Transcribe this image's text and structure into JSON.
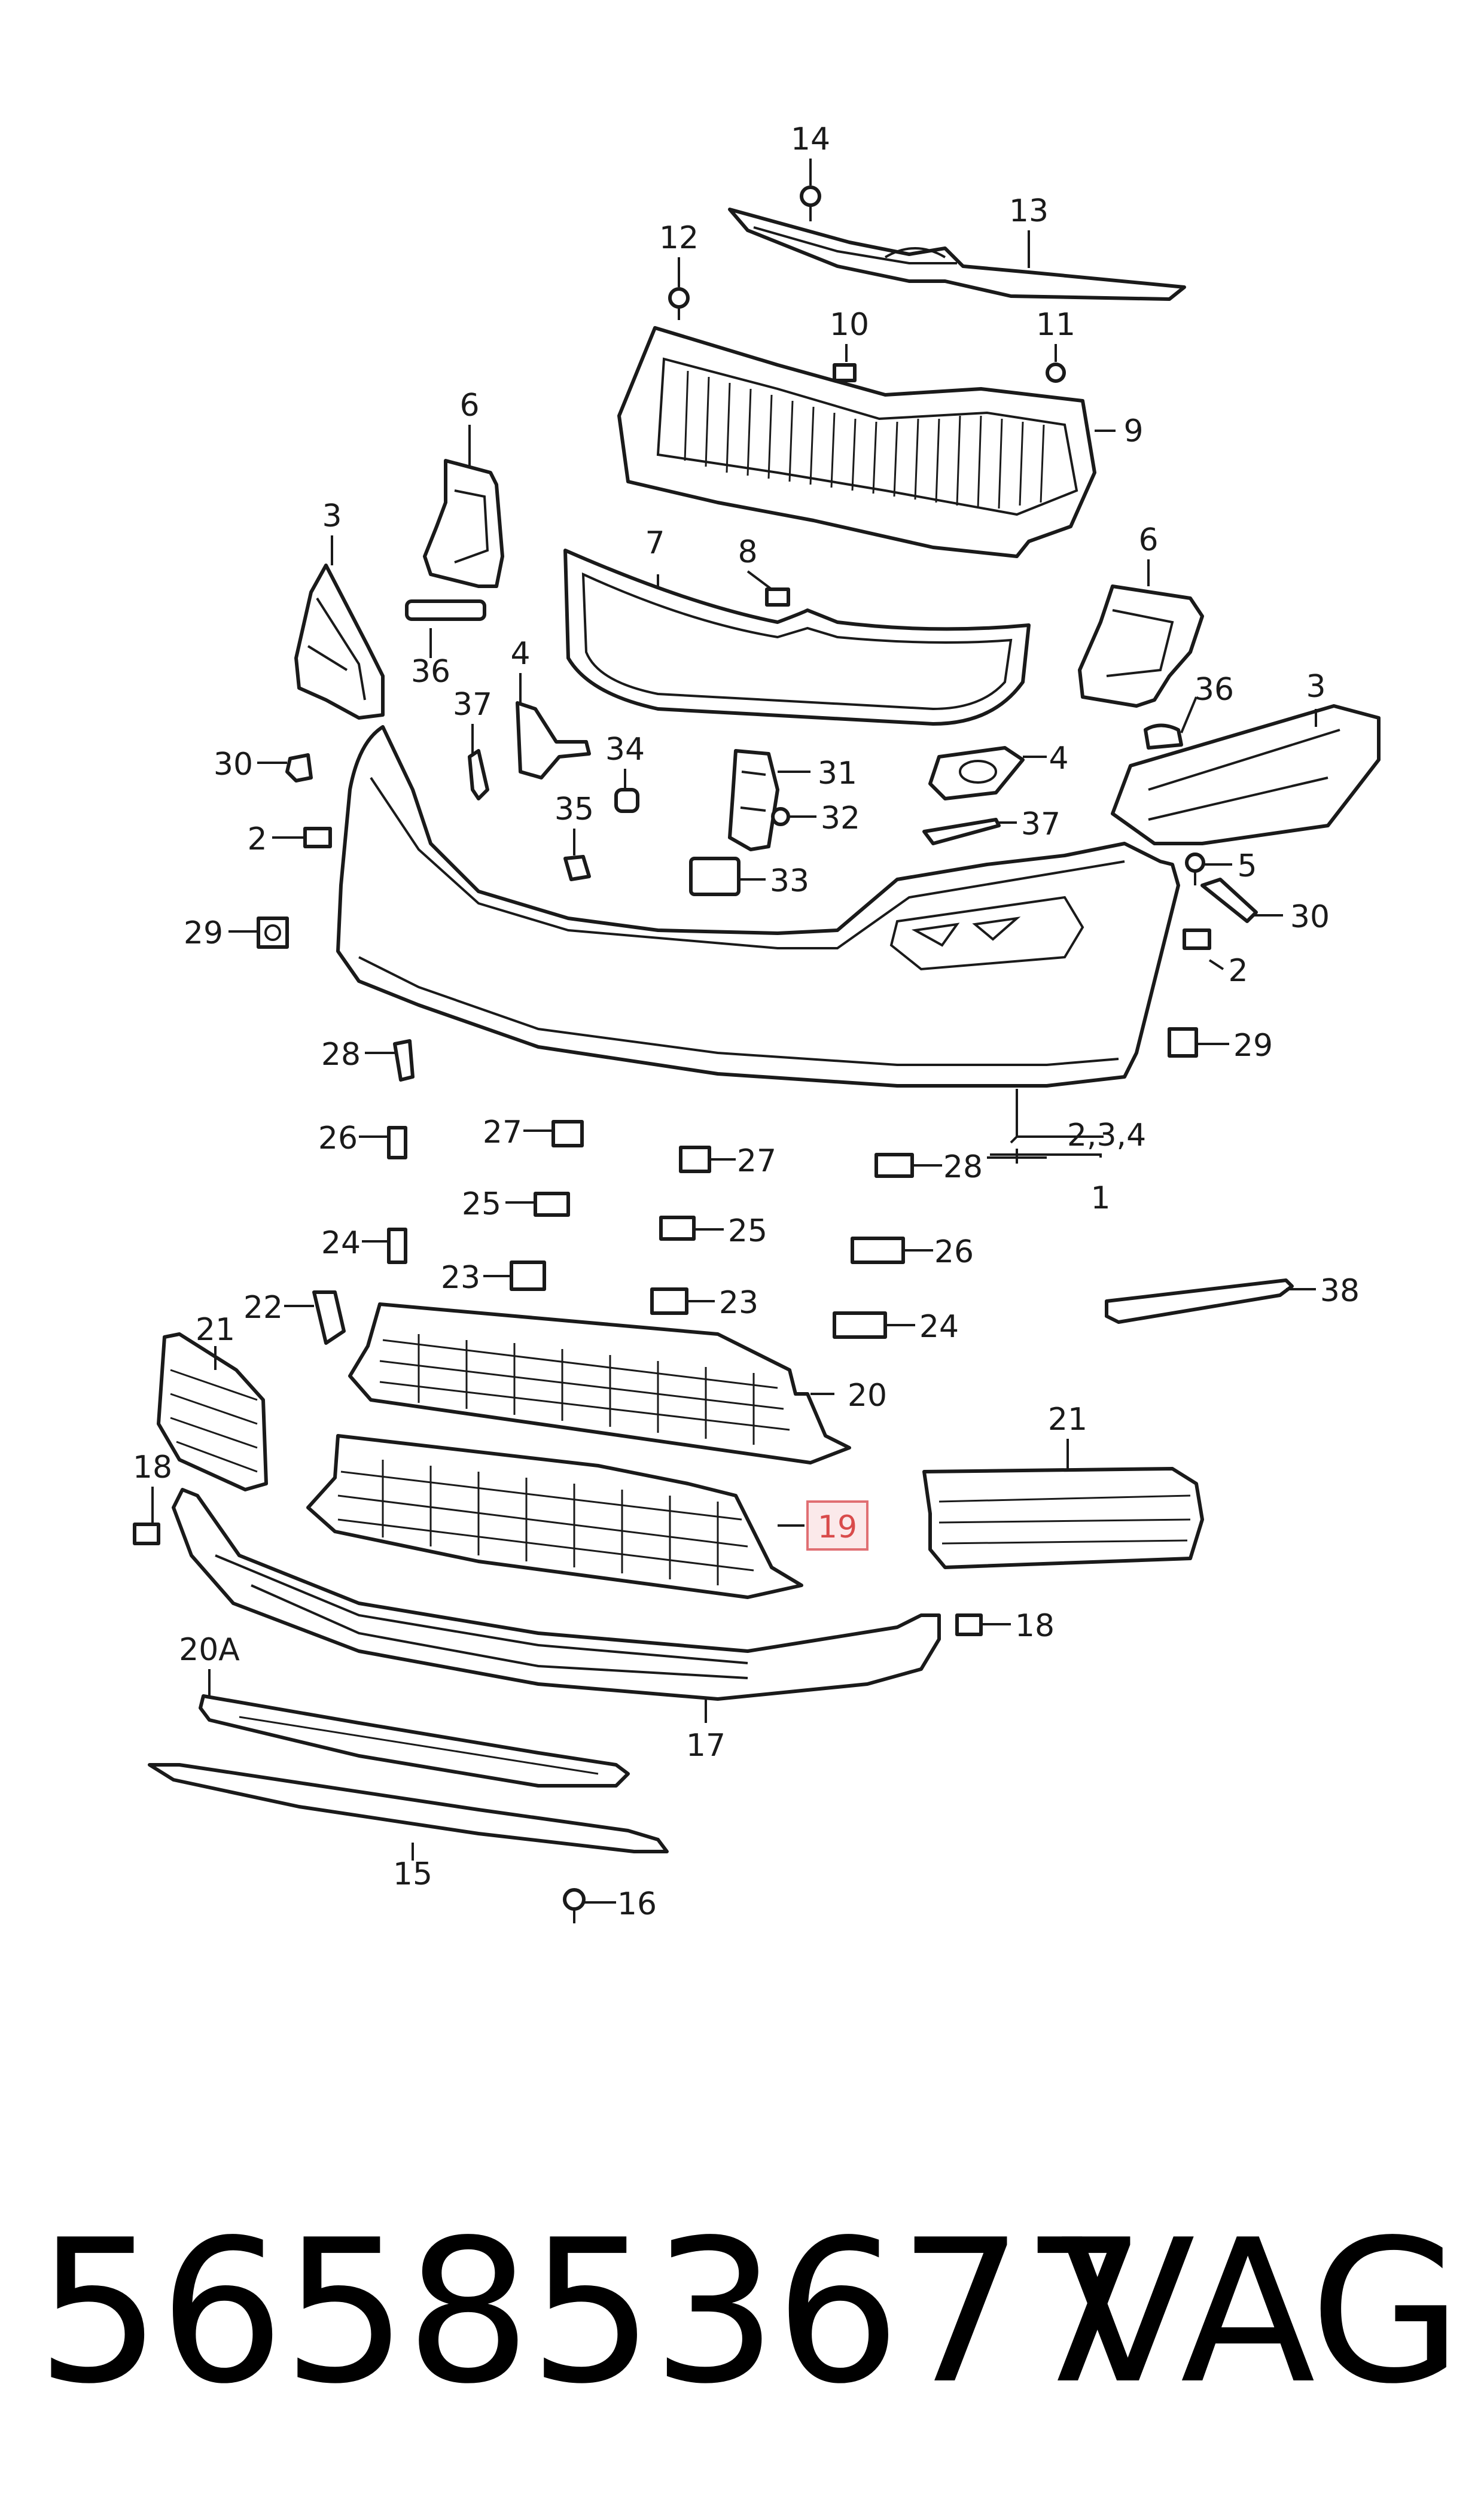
{
  "diagram": {
    "highlighted_callout": "19",
    "highlight_color": "#e06f73",
    "callouts": [
      "14",
      "13",
      "12",
      "10",
      "11",
      "9",
      "6",
      "7",
      "8",
      "3",
      "36",
      "6",
      "4",
      "36",
      "37",
      "34",
      "31",
      "30",
      "4",
      "32",
      "3",
      "2",
      "35",
      "37",
      "33",
      "5",
      "29",
      "30",
      "2",
      "28",
      "29",
      "2,3,4",
      "1",
      "26",
      "27",
      "27",
      "28",
      "25",
      "25",
      "24",
      "26",
      "23",
      "23",
      "22",
      "24",
      "38",
      "21",
      "20",
      "21",
      "18",
      "19",
      "18",
      "20A",
      "17",
      "15",
      "16"
    ]
  },
  "footer": {
    "part_number": "565853677",
    "brand": "VAG"
  }
}
